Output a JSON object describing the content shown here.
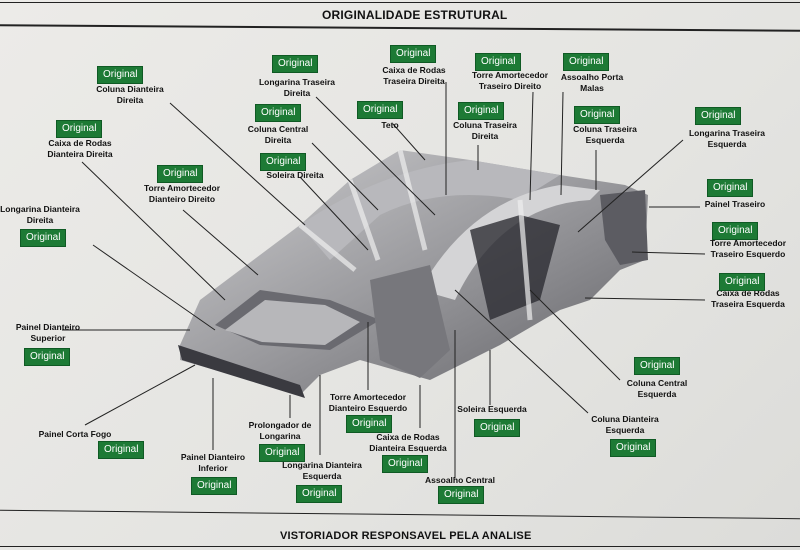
{
  "header": {
    "title": "ORIGINALIDADE ESTRUTURAL"
  },
  "footer": {
    "title": "VISTORIADOR RESPONSAVEL PELA ANALISE"
  },
  "colors": {
    "badge": "#1d7a35"
  },
  "labels": [
    {
      "name": "Coluna Dianteira\nDireita",
      "status": "Original"
    },
    {
      "name": "Caixa de Rodas\nDianteira Direita",
      "status": "Original"
    },
    {
      "name": "Torre Amortecedor\nDianteiro Direito",
      "status": "Original"
    },
    {
      "name": "Longarina Dianteira\nDireita",
      "status": "Original"
    },
    {
      "name": "Longarina Traseira\nDireita",
      "status": "Original"
    },
    {
      "name": "Coluna Central\nDireita",
      "status": "Original"
    },
    {
      "name": "Soleira Direita",
      "status": "Original"
    },
    {
      "name": "Caixa de Rodas\nTraseira Direita",
      "status": "Original"
    },
    {
      "name": "Teto",
      "status": "Original"
    },
    {
      "name": "Torre Amortecedor\nTraseiro Direito",
      "status": "Original"
    },
    {
      "name": "Coluna Traseira\nDireita",
      "status": "Original"
    },
    {
      "name": "Assoalho Porta\nMalas",
      "status": "Original"
    },
    {
      "name": "Coluna Traseira\nEsquerda",
      "status": "Original"
    },
    {
      "name": "Longarina Traseira\nEsquerda",
      "status": "Original"
    },
    {
      "name": "Painel Traseiro",
      "status": "Original"
    },
    {
      "name": "Torre Amortecedor\nTraseiro Esquerdo",
      "status": "Original"
    },
    {
      "name": "Caixa de Rodas\nTraseira Esquerda",
      "status": "Original"
    },
    {
      "name": "Painel Dianteiro\nSuperior",
      "status": "Original"
    },
    {
      "name": "Painel Corta Fogo",
      "status": "Original"
    },
    {
      "name": "Painel Dianteiro\nInferior",
      "status": "Original"
    },
    {
      "name": "Prolongador de\nLongarina",
      "status": "Original"
    },
    {
      "name": "Longarina Dianteira\nEsquerda",
      "status": "Original"
    },
    {
      "name": "Torre Amortecedor\nDianteiro Esquerdo",
      "status": "Original"
    },
    {
      "name": "Caixa de Rodas\nDianteira Esquerda",
      "status": "Original"
    },
    {
      "name": "Assoalho Central",
      "status": "Original"
    },
    {
      "name": "Soleira Esquerda",
      "status": "Original"
    },
    {
      "name": "Coluna Dianteira\nEsquerda",
      "status": "Original"
    },
    {
      "name": "Coluna Central\nEsquerda",
      "status": "Original"
    }
  ]
}
